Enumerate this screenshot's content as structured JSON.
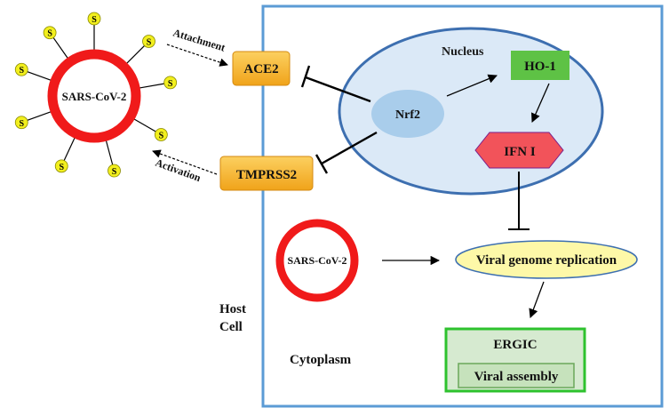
{
  "virus": {
    "label": "SARS-CoV-2",
    "spike_label": "S",
    "colors": {
      "ring": "#f01a1a",
      "spike": "#f2ef1e",
      "spike_stroke": "#8a8a00"
    }
  },
  "arrows": {
    "attachment": "Attachment",
    "activation": "Activation"
  },
  "receptors": {
    "ace2": "ACE2",
    "tmprss2": "TMPRSS2",
    "color": "#f8b42a"
  },
  "cell": {
    "label_line1": "Host",
    "label_line2": "Cell",
    "border_color": "#5b9bd5",
    "cytoplasm_label": "Cytoplasm"
  },
  "nucleus": {
    "label": "Nucleus",
    "nrf2": "Nrf2",
    "ho1": "HO-1",
    "ifn": "IFN I",
    "fill": "#dbe9f7",
    "stroke": "#3d6fb0",
    "ho1_color": "#5ec245",
    "ifn_color": "#f2535a"
  },
  "cytoplasm": {
    "virus_label": "SARS-CoV-2",
    "replication": "Viral genome replication",
    "replication_fill": "#fdf8a8",
    "ergic": "ERGIC",
    "assembly": "Viral assembly",
    "ergic_fill": "#d6ead0",
    "ergic_stroke": "#2ec22e"
  }
}
